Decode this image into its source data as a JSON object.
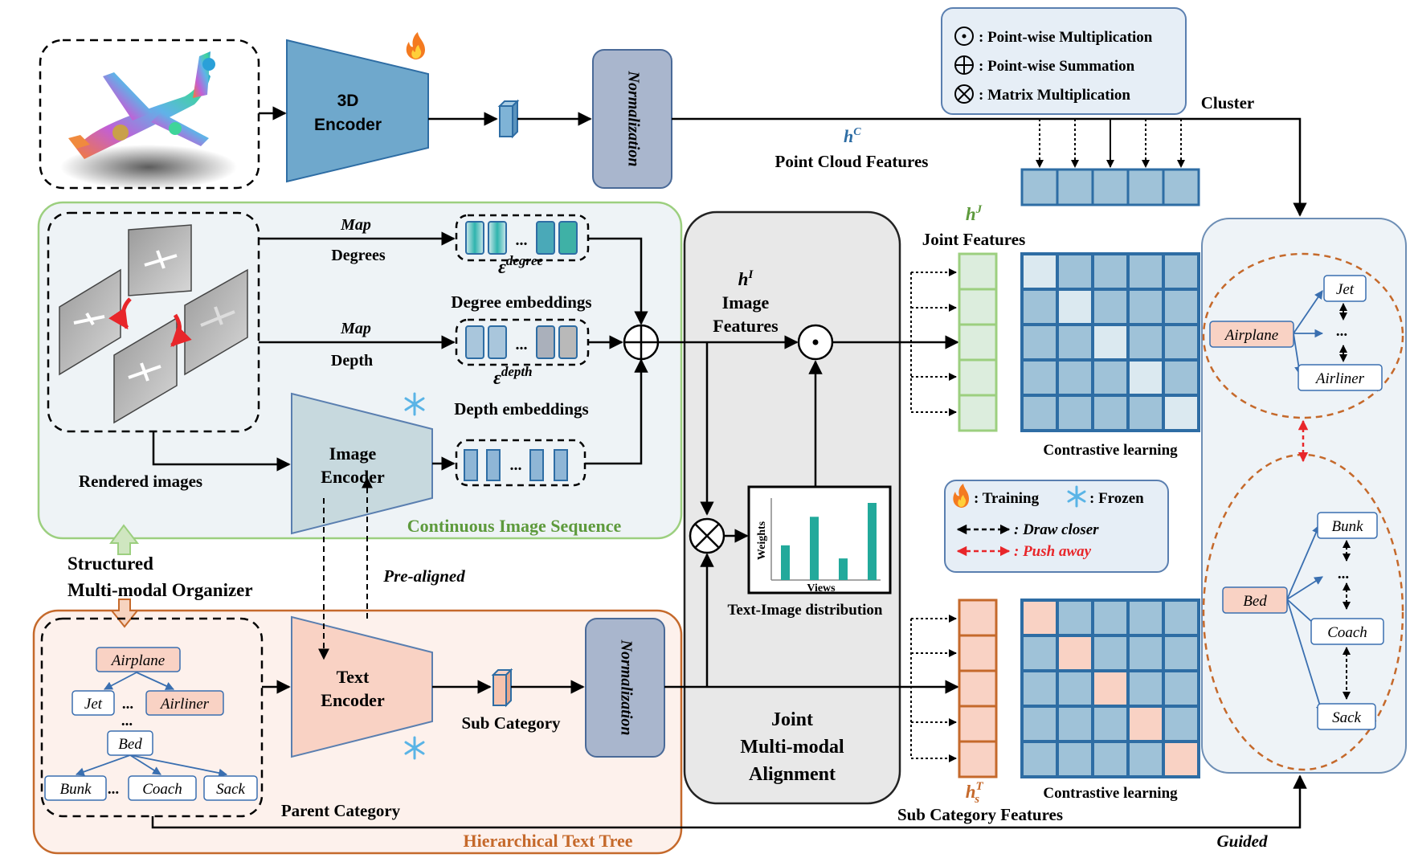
{
  "encoder3d": {
    "line1": "3D",
    "line2": "Encoder"
  },
  "normalization": "Normalization",
  "legend_ops": {
    "pointwise_mult": ": Point-wise Multiplication",
    "pointwise_sum": ": Point-wise Summation",
    "matrix_mult": ": Matrix Multiplication"
  },
  "cluster": "Cluster",
  "point_cloud": {
    "symbol": "h",
    "sup": "C",
    "label": "Point Cloud Features"
  },
  "image_seq": {
    "map": "Map",
    "degrees": "Degrees",
    "depth": "Depth",
    "degree_emb_symbol": "ε",
    "degree_emb_sup": "degree",
    "degree_emb_label": "Degree embeddings",
    "depth_emb_symbol": "ε",
    "depth_emb_sup": "depth",
    "depth_emb_label": "Depth embeddings",
    "rendered": "Rendered images",
    "image_encoder_1": "Image",
    "image_encoder_2": "Encoder",
    "title": "Continuous Image Sequence",
    "dots": "..."
  },
  "organizer": {
    "line1": "Structured",
    "line2": "Multi-modal Organizer"
  },
  "pre_aligned": "Pre-aligned",
  "text_tree": {
    "airplane": "Airplane",
    "jet": "Jet",
    "airliner": "Airliner",
    "bed": "Bed",
    "bunk": "Bunk",
    "coach": "Coach",
    "sack": "Sack",
    "dots": "...",
    "text_encoder_1": "Text",
    "text_encoder_2": "Encoder",
    "sub_category": "Sub Category",
    "parent_category": "Parent Category",
    "title": "Hierarchical Text Tree"
  },
  "alignment": {
    "image_symbol": "h",
    "image_sup": "I",
    "image_1": "Image",
    "image_2": "Features",
    "line1": "Joint",
    "line2": "Multi-modal",
    "line3": "Alignment",
    "weights": "Weights",
    "views": "Views",
    "distribution": "Text-Image distribution",
    "bar_values": [
      0.45,
      0.82,
      0.28,
      1.0
    ]
  },
  "joint": {
    "symbol": "h",
    "sup": "J",
    "label": "Joint Features"
  },
  "contrastive": "Contrastive learning",
  "sub_features": {
    "symbol": "h",
    "sup": "T",
    "sub": "s",
    "label": "Sub Category Features"
  },
  "legend_train": {
    "training": ": Training",
    "frozen": ": Frozen",
    "draw_closer": ": Draw closer",
    "push_away": ": Push away"
  },
  "guided": "Guided",
  "colors": {
    "blue_dark": "#2e6da4",
    "blue_fill": "#9fc2d8",
    "green": "#9ccf7f",
    "orange": "#c5692b",
    "pink": "#f9d2c4",
    "red": "#e8262a",
    "teal": "#22a99b"
  }
}
